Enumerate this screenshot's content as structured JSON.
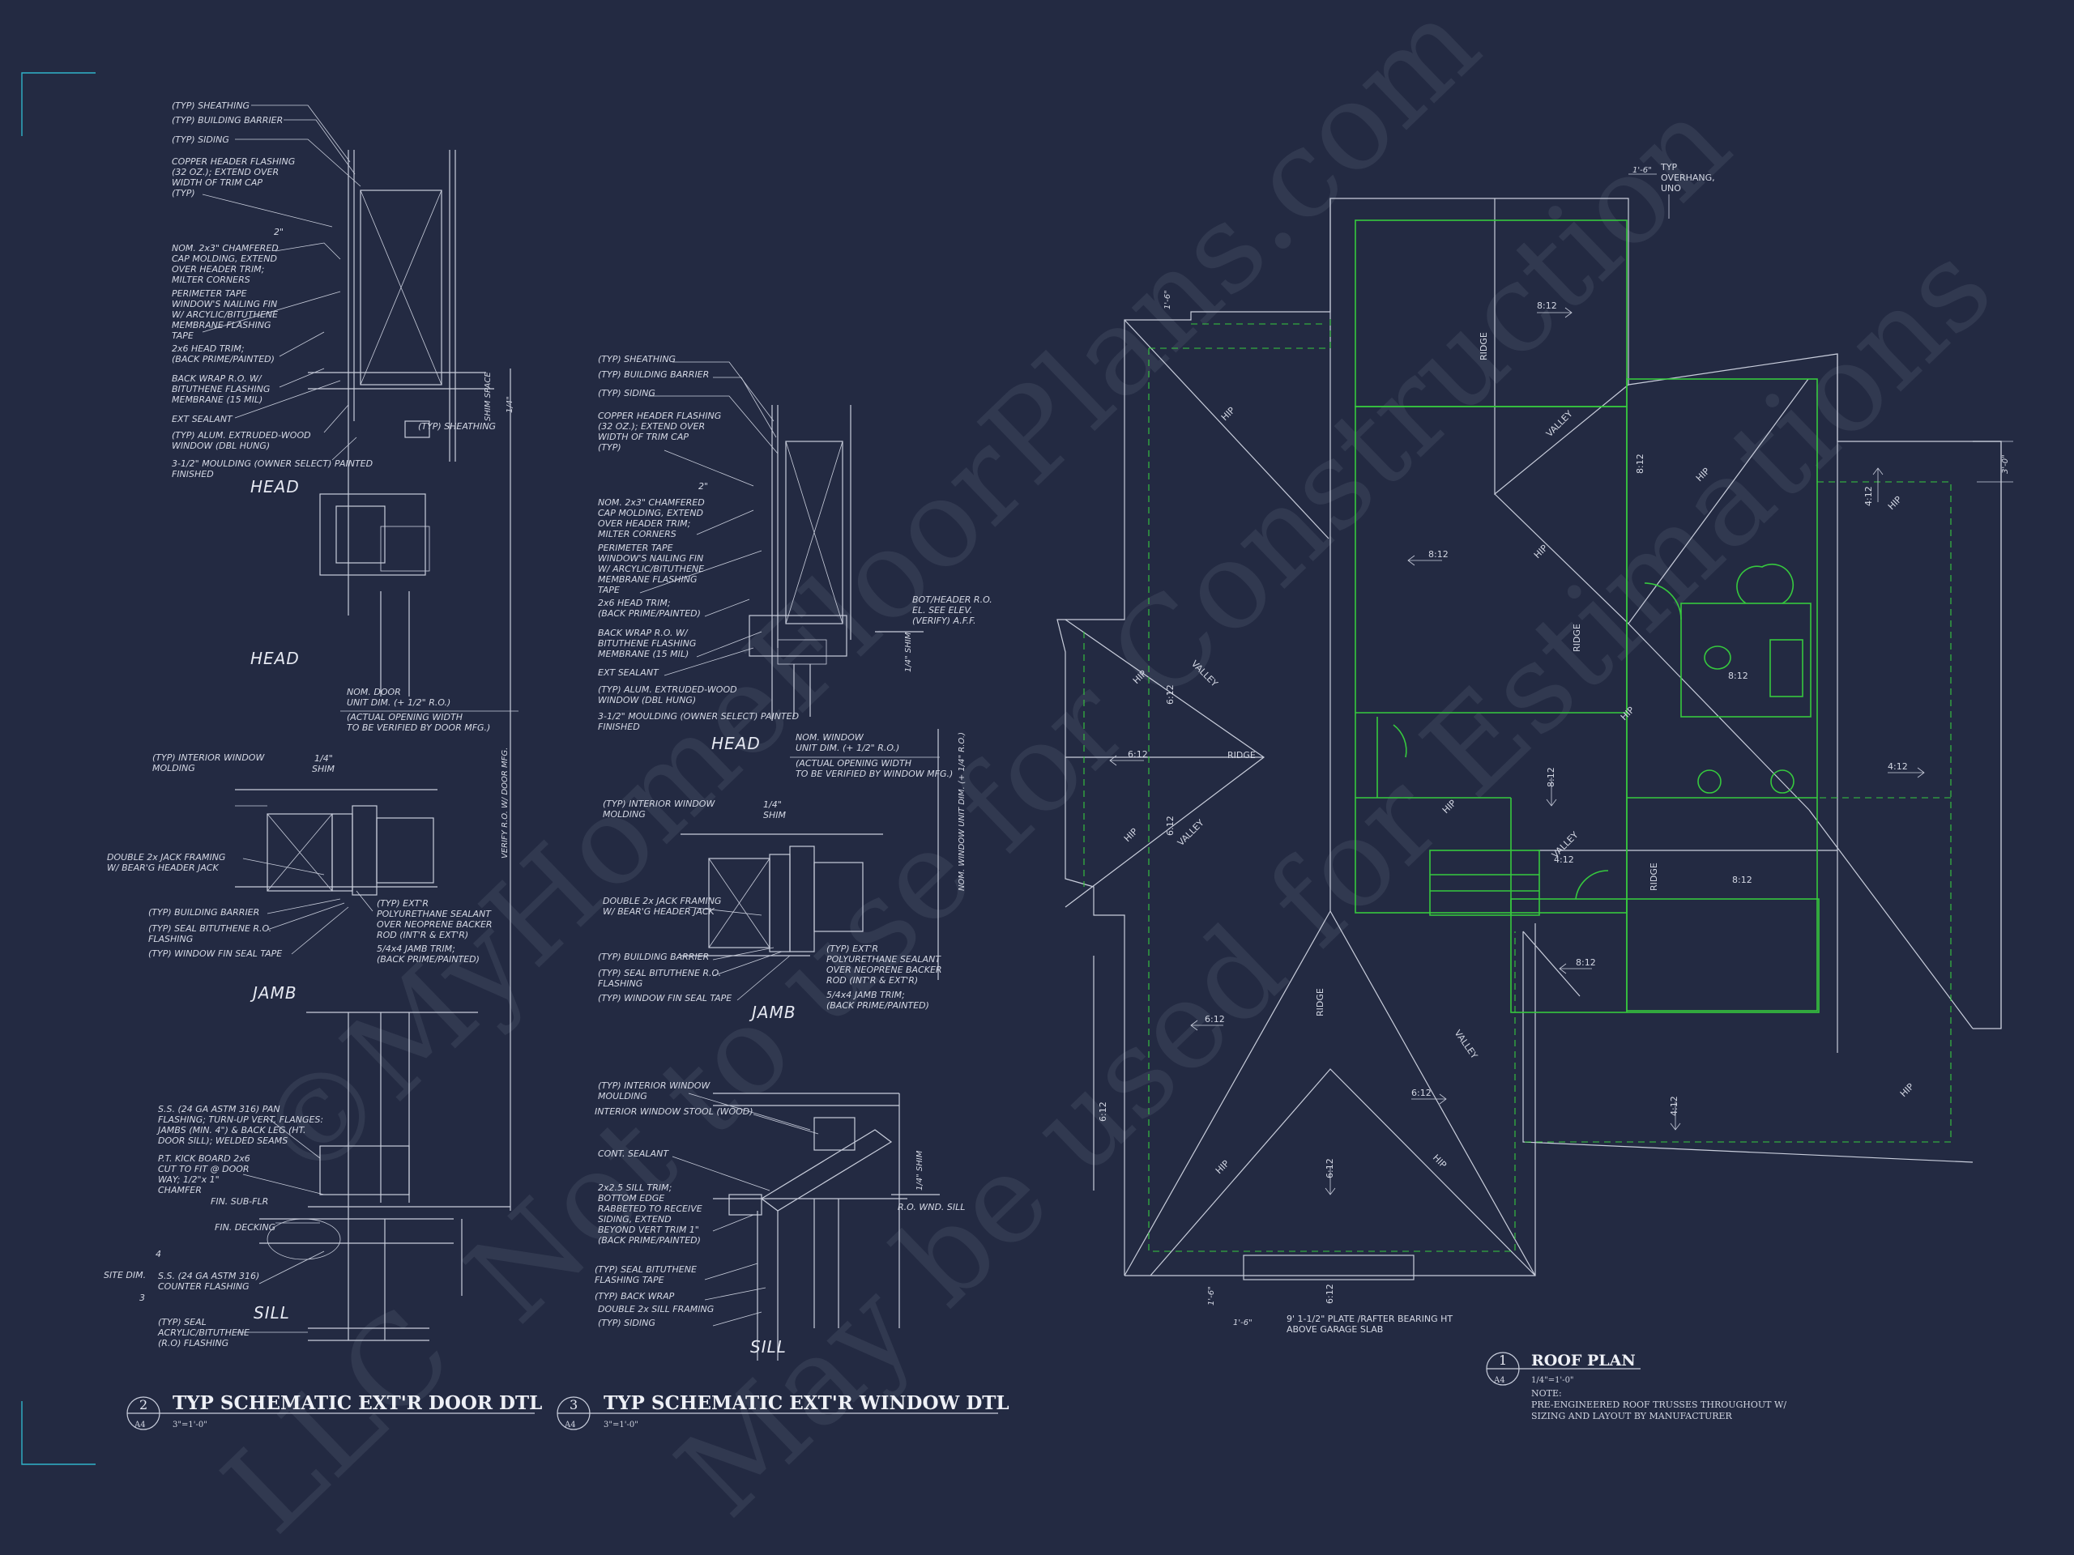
{
  "door_detail": {
    "head_labels": [
      "(TYP) SHEATHING",
      "(TYP) BUILDING BARRIER",
      "(TYP) SIDING",
      "COPPER HEADER FLASHING",
      "(32 OZ.); EXTEND OVER",
      "WIDTH OF TRIM CAP",
      "(TYP)",
      "NOM. 2x3\" CHAMFERED",
      "CAP MOLDING, EXTEND",
      "OVER HEADER TRIM;",
      "MILTER CORNERS",
      "PERIMETER TAPE",
      "WINDOW'S NAILING FIN",
      "W/ ARCYLIC/BITUTHENE",
      "MEMBRANE FLASHING",
      "TAPE",
      "2x6 HEAD TRIM;",
      "(BACK PRIME/PAINTED)",
      "BACK WRAP R.O. W/",
      "BITUTHENE FLASHING",
      "MEMBRANE (15 MIL)",
      "EXT SEALANT",
      "(TYP) ALUM. EXTRUDED-WOOD",
      "WINDOW (DBL HUNG)",
      "3-1/2\" MOULDING (OWNER SELECT) PAINTED",
      "FINISHED"
    ],
    "dim_2": "2\"",
    "shim_space": "SHIM SPACE",
    "dim_quarter": "1/4\"",
    "typ_sheathing": "(TYP) SHEATHING",
    "head_title_1": "HEAD",
    "head_title_2": "HEAD",
    "verify_note": "VERIFY R.O. W/ DOOR MFG.",
    "door_dim_note": [
      "NOM. DOOR",
      "UNIT DIM. (+ 1/2\" R.O.)",
      "(ACTUAL OPENING WIDTH",
      "TO BE VERIFIED BY DOOR MFG.)"
    ],
    "jamb_labels": [
      "(TYP) INTERIOR WINDOW",
      "MOLDING",
      "DOUBLE 2x JACK FRAMING",
      "W/ BEAR'G HEADER JACK",
      "(TYP) BUILDING BARRIER",
      "(TYP) SEAL BITUTHENE R.O.",
      "FLASHING",
      "(TYP) WINDOW FIN SEAL TAPE"
    ],
    "jamb_right_labels": [
      "(TYP) EXT'R",
      "POLYURETHANE SEALANT",
      "OVER NEOPRENE BACKER",
      "ROD (INT'R & EXT'R)",
      "5/4x4 JAMB TRIM;",
      "(BACK PRIME/PAINTED)"
    ],
    "shim_label": "1/4\"",
    "shim_label_2": "SHIM",
    "jamb_title": "JAMB",
    "sill_labels": [
      "S.S. (24 GA ASTM 316) PAN",
      "FLASHING; TURN-UP VERT. FLANGES:",
      "JAMBS (MIN. 4\") & BACK LEG (HT.",
      "DOOR SILL); WELDED SEAMS",
      "P.T. KICK BOARD 2x6",
      "CUT TO FIT @ DOOR",
      "WAY; 1/2\"x 1\"",
      "CHAMFER",
      "FIN. SUB-FLR",
      "FIN. DECKING",
      "S.S. (24 GA ASTM 316)",
      "COUNTER FLASHING",
      "(TYP) SEAL",
      "ACRYLIC/BITUTHENE",
      "(R.O) FLASHING"
    ],
    "site_dim": "SITE DIM.",
    "slope_num_1": "4",
    "slope_num_2": "3",
    "sill_title": "SILL",
    "num": "2",
    "sheet": "A4",
    "title": "TYP SCHEMATIC EXT'R DOOR DTL",
    "scale": "3\"=1'-0\""
  },
  "window_detail": {
    "head_labels": [
      "(TYP) SHEATHING",
      "(TYP) BUILDING BARRIER",
      "(TYP) SIDING",
      "COPPER HEADER FLASHING",
      "(32 OZ.); EXTEND OVER",
      "WIDTH OF TRIM CAP",
      "(TYP)",
      "NOM. 2x3\" CHAMFERED",
      "CAP MOLDING, EXTEND",
      "OVER HEADER TRIM;",
      "MILTER CORNERS",
      "PERIMETER TAPE",
      "WINDOW'S NAILING FIN",
      "W/ ARCYLIC/BITUTHENE",
      "MEMBRANE FLASHING",
      "TAPE",
      "2x6 HEAD TRIM;",
      "(BACK PRIME/PAINTED)",
      "BACK WRAP R.O. W/",
      "BITUTHENE FLASHING",
      "MEMBRANE (15 MIL)",
      "EXT SEALANT",
      "(TYP) ALUM. EXTRUDED-WOOD",
      "WINDOW (DBL HUNG)",
      "3-1/2\" MOULDING (OWNER SELECT) PAINTED",
      "FINISHED"
    ],
    "dim_2": "2\"",
    "bot_header": [
      "BOT/HEADER R.O.",
      "EL. SEE ELEV.",
      "(VERIFY) A.F.F."
    ],
    "shim": "1/4\" SHIM",
    "head_title": "HEAD",
    "window_dim_note": [
      "NOM. WINDOW",
      "UNIT DIM. (+ 1/2\" R.O.)",
      "(ACTUAL OPENING WIDTH",
      "TO BE VERIFIED BY WINDOW MFG.)"
    ],
    "vert_note": "NOM. WINDOW UNIT DIM. (+ 1/4\" R.O.)",
    "jamb_labels": [
      "(TYP) INTERIOR WINDOW",
      "MOLDING",
      "DOUBLE 2x JACK FRAMING",
      "W/ BEAR'G HEADER JACK",
      "(TYP) BUILDING BARRIER",
      "(TYP) SEAL BITUTHENE R.O.",
      "FLASHING",
      "(TYP) WINDOW FIN SEAL TAPE"
    ],
    "jamb_right_labels": [
      "(TYP) EXT'R",
      "POLYURETHANE SEALANT",
      "OVER NEOPRENE BACKER",
      "ROD (INT'R & EXT'R)",
      "5/4x4 JAMB TRIM;",
      "(BACK PRIME/PAINTED)"
    ],
    "shim_label": "1/4\"",
    "shim_label_2": "SHIM",
    "jamb_title": "JAMB",
    "sill_labels": [
      "(TYP) INTERIOR WINDOW",
      "MOULDING",
      "INTERIOR WINDOW STOOL (WOOD)",
      "CONT. SEALANT",
      "2x2.5 SILL TRIM;",
      "BOTTOM EDGE",
      "RABBETED TO RECEIVE",
      "SIDING, EXTEND",
      "BEYOND VERT TRIM 1\"",
      "(BACK PRIME/PAINTED)",
      "(TYP) SEAL BITUTHENE",
      "FLASHING TAPE",
      "(TYP) BACK WRAP",
      "DOUBLE 2x SILL FRAMING",
      "(TYP) SIDING"
    ],
    "sill_shim": "1/4\" SHIM",
    "ro_sill": "R.O. WND. SILL",
    "sill_title": "SILL",
    "num": "3",
    "sheet": "A4",
    "title": "TYP SCHEMATIC EXT'R WINDOW DTL",
    "scale": "3\"=1'-0\""
  },
  "roof_plan": {
    "overhang_dim": "1'-6\"",
    "overhang_note": [
      "TYP",
      "OVERHANG,",
      "UNO"
    ],
    "dim_side": "1'-6\"",
    "dim_3": "3'-0\"",
    "labels": {
      "ridge": "RIDGE",
      "hip": "HIP",
      "valley": "VALLEY"
    },
    "slopes": {
      "s1": "8:12",
      "s2": "8:12",
      "s3": "8:12",
      "s4": "8:12",
      "s5": "8:12",
      "s6": "8:12",
      "s7": "4:12",
      "s8": "4:12",
      "s9": "4:12",
      "s10": "6:12",
      "s11": "6:12",
      "s12": "6:12",
      "s13": "6:12",
      "s14": "6:12",
      "s15": "6:12",
      "s16": "6:12",
      "s17": "6:12",
      "s18": "8:12",
      "s19": "4:12"
    },
    "garage_dim_1": "1'-6\"",
    "garage_dim_2": "1'-6\"",
    "plate_note": [
      "9' 1-1/2\" PLATE /RAFTER BEARING HT",
      "ABOVE GARAGE SLAB"
    ],
    "num": "1",
    "sheet": "A4",
    "title": "ROOF PLAN",
    "scale": "1/4\"=1'-0\"",
    "note_label": "NOTE:",
    "note_lines": [
      "PRE-ENGINEERED ROOF TRUSSES THROUGHOUT W/",
      "SIZING AND LAYOUT BY MANUFACTURER"
    ]
  },
  "watermark": {
    "line1": "©MyHomeFloorPlans.com",
    "line2": "Not to use for Construction",
    "line3": "May be used for Estimations",
    "line4": "LLC"
  },
  "colors": {
    "background": "#232a42",
    "linework": "#c9cedc",
    "green": "#36c93e",
    "corner_accent": "#2fb3c9"
  }
}
